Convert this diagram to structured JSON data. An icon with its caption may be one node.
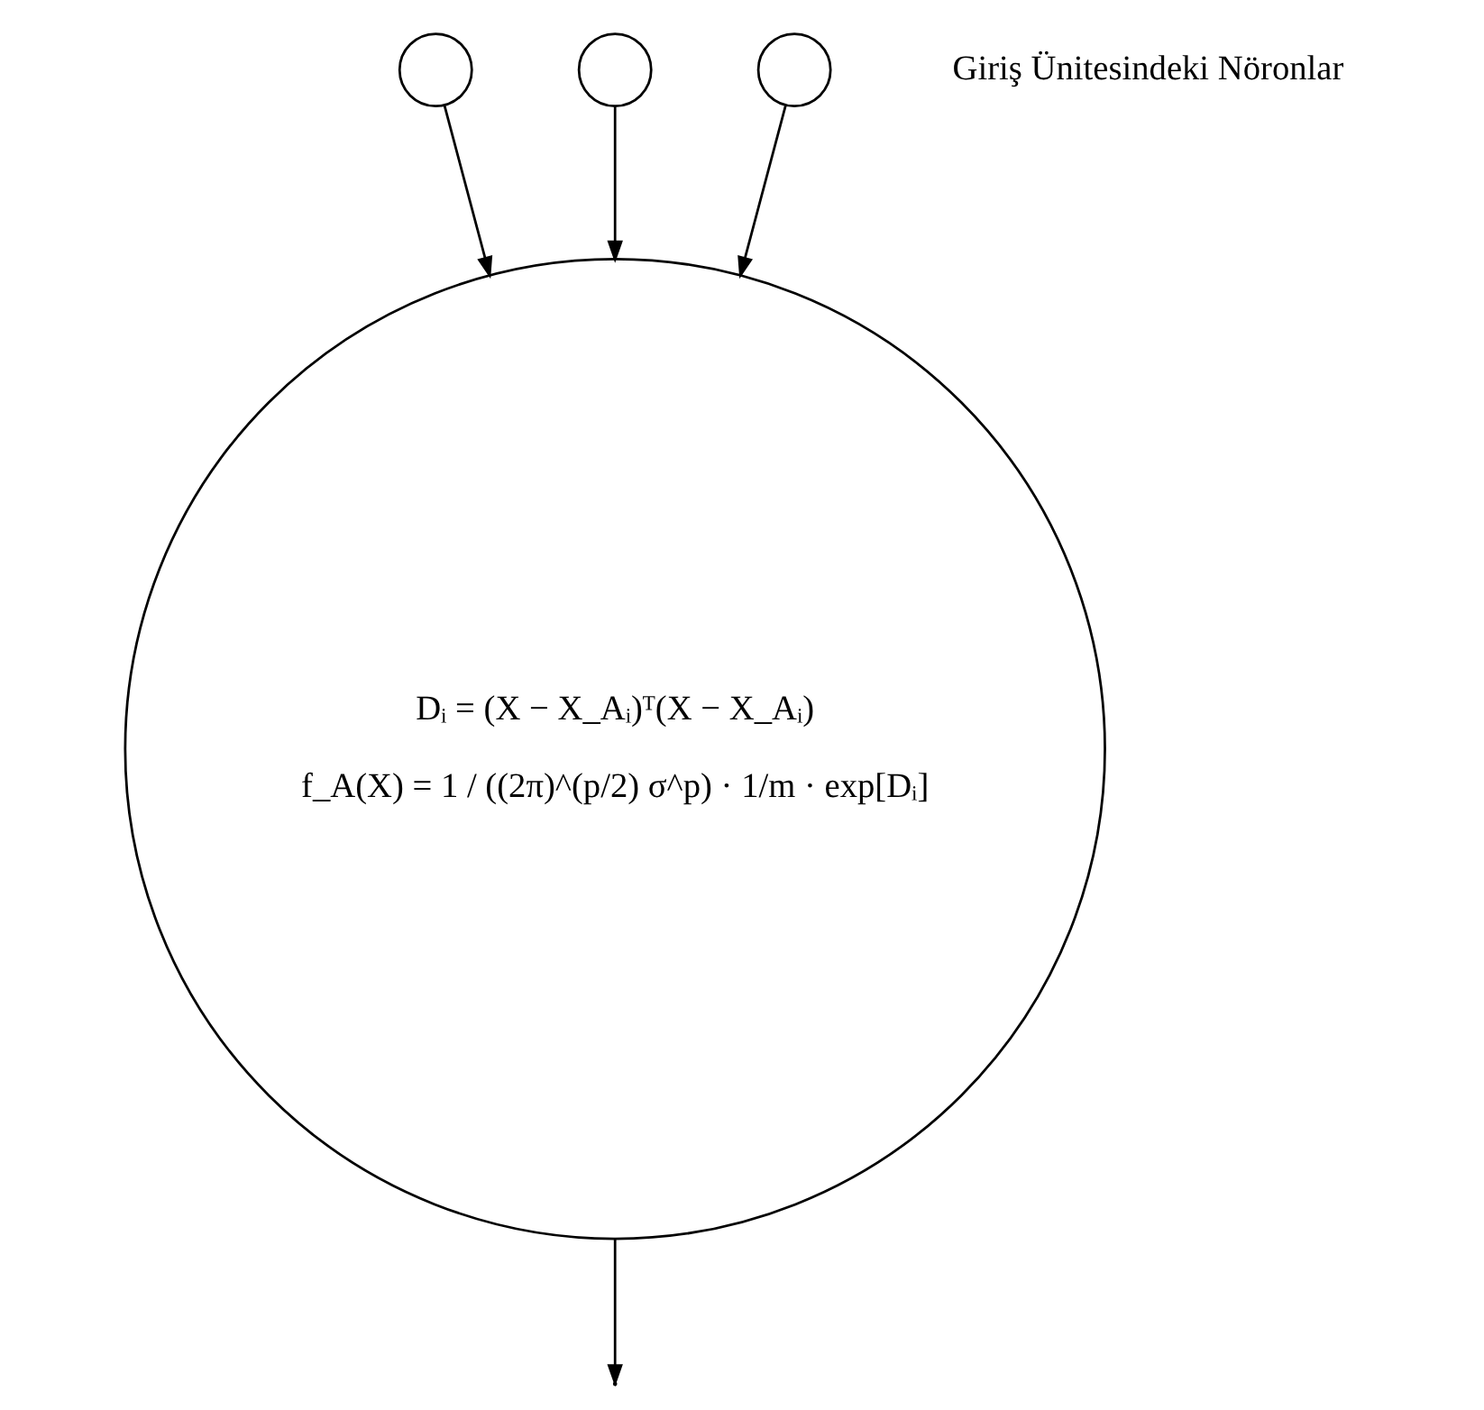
{
  "diagram": {
    "nodes": [
      {
        "text": [],
        "shape": "circle"
      },
      {
        "text": [],
        "shape": "circle"
      },
      {
        "text": [],
        "shape": "circle"
      },
      {
        "text": [
          "Dᵢ = (X − X_Aᵢ)ᵀ(X − X_Aᵢ)",
          "f_A(X) = 1 / ((2π)^(p/2) σ^p) · 1/m · exp[Dᵢ]"
        ]
      }
    ],
    "edges": [
      {
        "from": 0,
        "to": 3,
        "arrow": "to"
      },
      {
        "from": 1,
        "to": 3,
        "arrow": "to"
      },
      {
        "from": 2,
        "to": 3,
        "arrow": "to"
      },
      {
        "from": 3,
        "to": null,
        "arrow": "to"
      }
    ],
    "labels": [
      "Giriş Ünitesindeki Nöronlar"
    ]
  }
}
